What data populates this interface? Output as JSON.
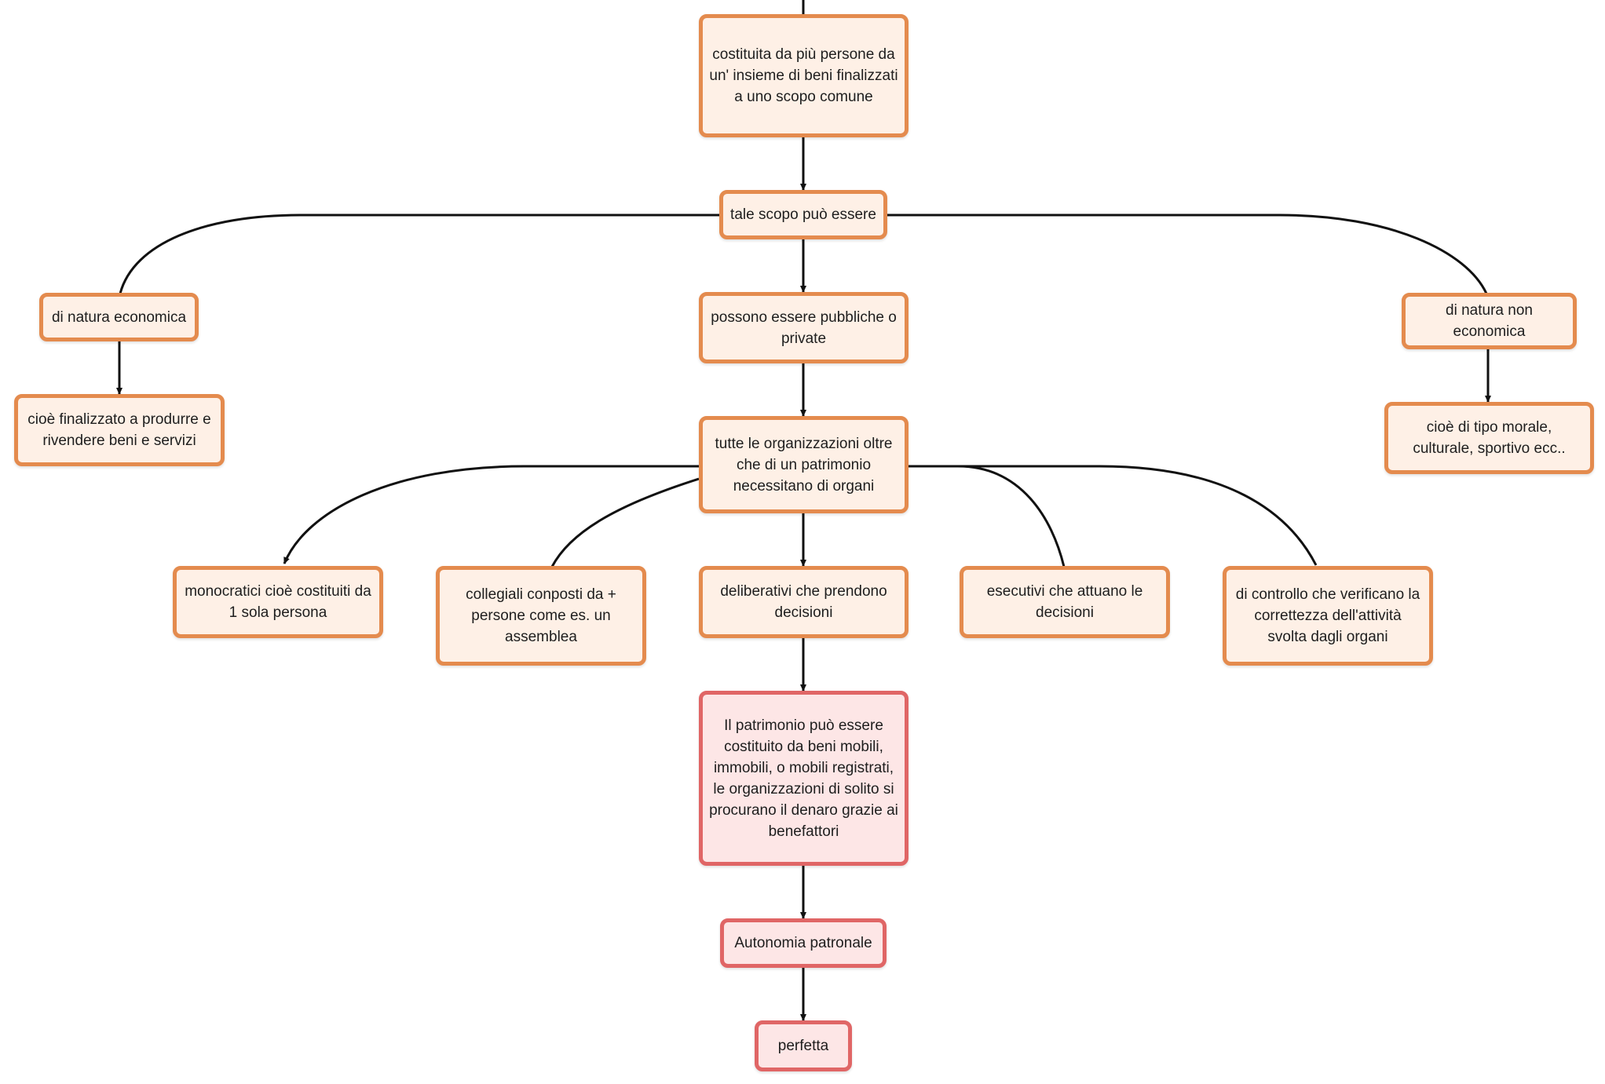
{
  "diagram": {
    "nodes": [
      {
        "id": "n1",
        "text": "costituita da più persone da un' insieme di beni finalizzati a uno scopo comune",
        "style": "orange"
      },
      {
        "id": "n2",
        "text": "tale scopo può essere",
        "style": "orange"
      },
      {
        "id": "n3",
        "text": "di natura economica",
        "style": "orange"
      },
      {
        "id": "n4",
        "text": "cioè finalizzato a produrre e rivendere beni e servizi",
        "style": "orange"
      },
      {
        "id": "n5",
        "text": "possono essere pubbliche o private",
        "style": "orange"
      },
      {
        "id": "n6",
        "text": "di natura non economica",
        "style": "orange"
      },
      {
        "id": "n7",
        "text": "cioè di tipo morale, culturale, sportivo ecc..",
        "style": "orange"
      },
      {
        "id": "n8",
        "text": "tutte le organizzazioni oltre che di un patrimonio necessitano di organi",
        "style": "orange"
      },
      {
        "id": "n9",
        "text": "monocratici cioè costituiti da 1 sola persona",
        "style": "orange"
      },
      {
        "id": "n10",
        "text": "collegiali conposti da + persone come es. un assemblea",
        "style": "orange"
      },
      {
        "id": "n11",
        "text": "deliberativi che prendono decisioni",
        "style": "orange"
      },
      {
        "id": "n12",
        "text": "esecutivi che attuano le decisioni",
        "style": "orange"
      },
      {
        "id": "n13",
        "text": "di controllo che verificano la correttezza dell'attività svolta dagli organi",
        "style": "orange"
      },
      {
        "id": "n14",
        "text": "Il patrimonio può essere costituito da beni mobili, immobili, o mobili registrati, le organizzazioni di solito si procurano il denaro grazie ai benefattori",
        "style": "red"
      },
      {
        "id": "n15",
        "text": "Autonomia patronale",
        "style": "red"
      },
      {
        "id": "n16",
        "text": "perfetta",
        "style": "red"
      }
    ],
    "edges": [
      [
        "n1",
        "n2"
      ],
      [
        "n2",
        "n3"
      ],
      [
        "n2",
        "n5"
      ],
      [
        "n2",
        "n6"
      ],
      [
        "n3",
        "n4"
      ],
      [
        "n6",
        "n7"
      ],
      [
        "n5",
        "n8"
      ],
      [
        "n8",
        "n9"
      ],
      [
        "n8",
        "n10"
      ],
      [
        "n8",
        "n11"
      ],
      [
        "n8",
        "n12"
      ],
      [
        "n8",
        "n13"
      ],
      [
        "n11",
        "n14"
      ],
      [
        "n14",
        "n15"
      ],
      [
        "n15",
        "n16"
      ]
    ],
    "colors": {
      "orange_border": "#e48b4e",
      "orange_fill": "#fef0e6",
      "red_border": "#e06666",
      "red_fill": "#fde6e6",
      "line": "#111111"
    }
  }
}
